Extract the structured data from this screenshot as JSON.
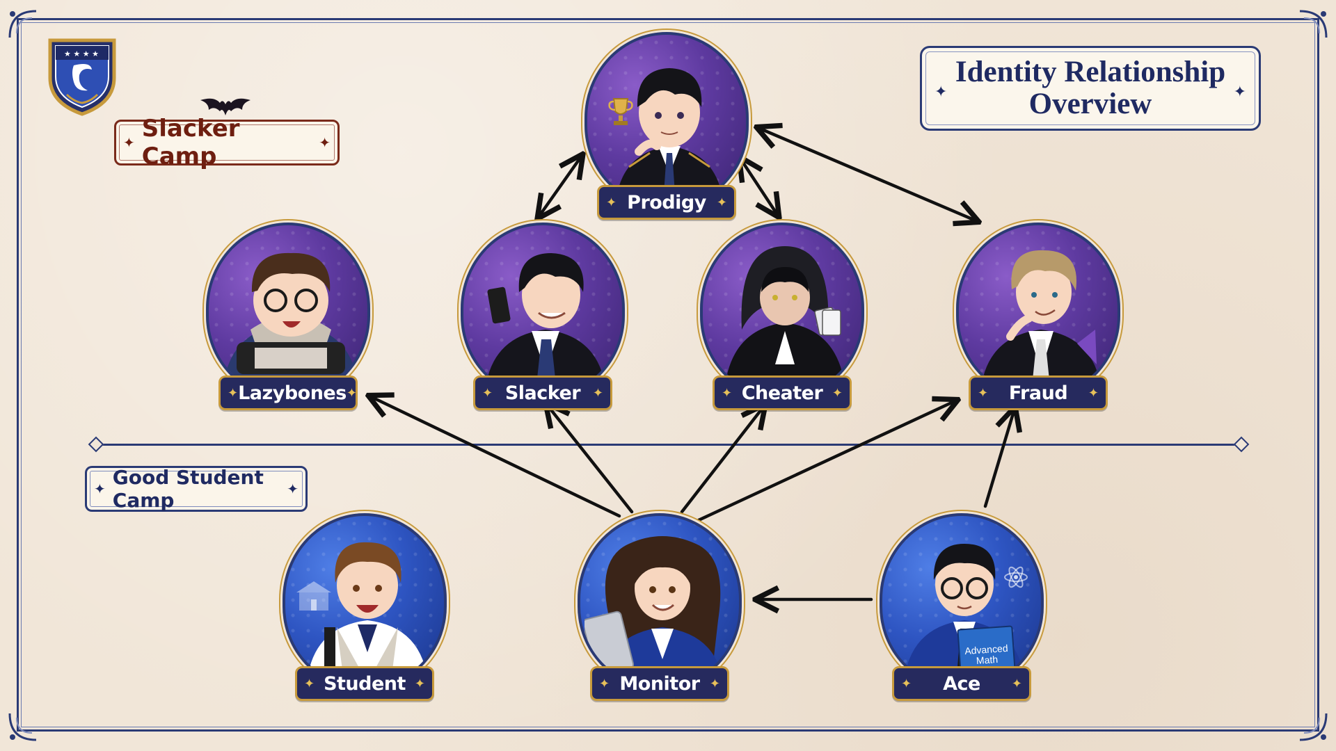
{
  "title": {
    "line1": "Identity Relationship",
    "line2": "Overview"
  },
  "camps": {
    "slacker": "Slacker Camp",
    "good": "Good Student Camp"
  },
  "nodes": {
    "prodigy": {
      "label": "Prodigy",
      "camp": "slacker",
      "accent": "#5e3aa0"
    },
    "lazybones": {
      "label": "Lazybones",
      "camp": "slacker",
      "accent": "#5e3aa0"
    },
    "slacker": {
      "label": "Slacker",
      "camp": "slacker",
      "accent": "#5e3aa0"
    },
    "cheater": {
      "label": "Cheater",
      "camp": "slacker",
      "accent": "#5e3aa0"
    },
    "fraud": {
      "label": "Fraud",
      "camp": "slacker",
      "accent": "#5e3aa0"
    },
    "student": {
      "label": "Student",
      "camp": "good",
      "accent": "#2e55c2"
    },
    "monitor": {
      "label": "Monitor",
      "camp": "good",
      "accent": "#2e55c2"
    },
    "ace": {
      "label": "Ace",
      "camp": "good",
      "accent": "#2e55c2"
    }
  },
  "edges": [
    {
      "from": "prodigy",
      "to": "slacker",
      "direction": "both"
    },
    {
      "from": "prodigy",
      "to": "cheater",
      "direction": "both"
    },
    {
      "from": "prodigy",
      "to": "fraud",
      "direction": "both"
    },
    {
      "from": "monitor",
      "to": "lazybones",
      "direction": "forward"
    },
    {
      "from": "monitor",
      "to": "slacker",
      "direction": "forward"
    },
    {
      "from": "monitor",
      "to": "cheater",
      "direction": "forward"
    },
    {
      "from": "monitor",
      "to": "fraud",
      "direction": "forward"
    },
    {
      "from": "ace",
      "to": "fraud",
      "direction": "forward"
    },
    {
      "from": "ace",
      "to": "monitor",
      "direction": "forward"
    }
  ],
  "props": {
    "ace_book": "Advanced Math"
  },
  "icons": {
    "crest": "school-crest-icon",
    "bat": "bat-icon",
    "trophy": "trophy-icon",
    "phone": "phone-icon",
    "cards": "cards-icon",
    "school_building": "school-building-icon",
    "tablet": "tablet-icon",
    "atom": "atom-icon"
  },
  "colors": {
    "navy": "#2a3a75",
    "gold": "#c79a3c",
    "slacker_purple": "#5e3aa0",
    "good_blue": "#2e55c2",
    "slacker_label": "#6e1e10",
    "background": "#f1e6d8"
  }
}
